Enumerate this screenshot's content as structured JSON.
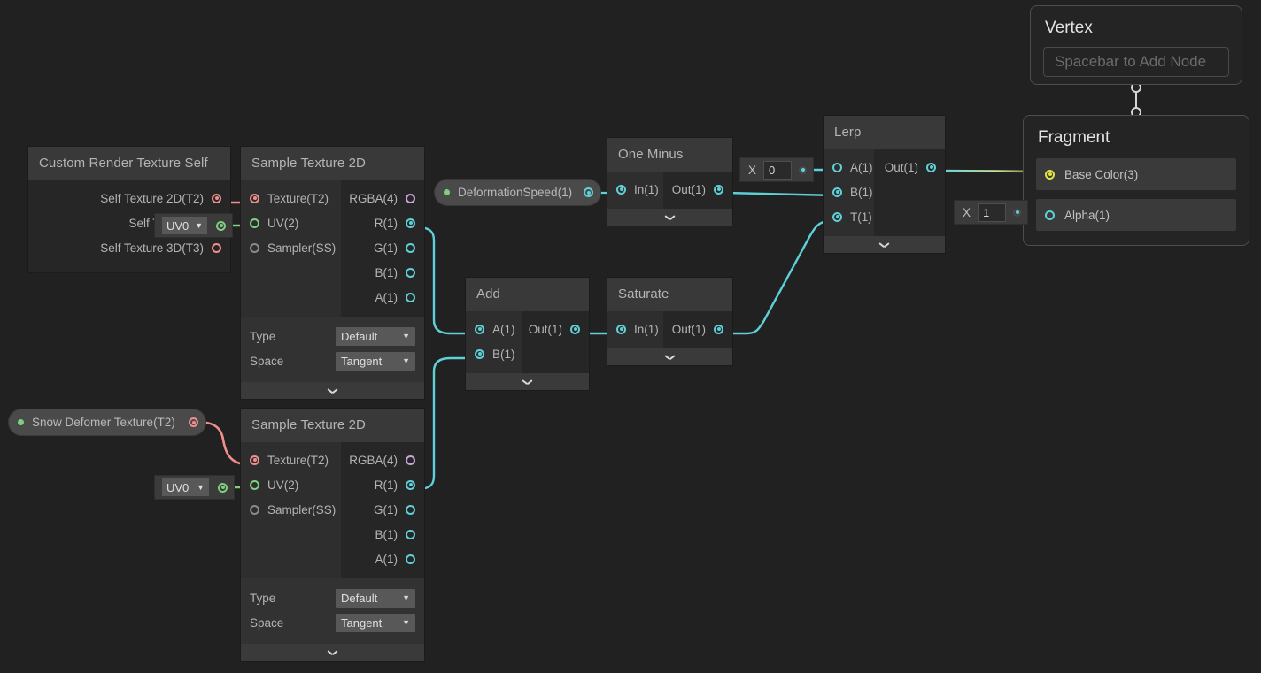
{
  "app": {
    "background_color": "#212121",
    "accent_cyan": "#5fd0d8",
    "accent_green": "#7ed07e",
    "accent_red": "#f08d8d",
    "accent_pink": "#c9a4d6",
    "accent_yellow": "#e2e24a"
  },
  "nodes": {
    "custom_render_texture_self": {
      "title": "Custom Render Texture Self",
      "outputs": [
        {
          "label": "Self Texture 2D(T2)",
          "color": "red",
          "filled": true
        },
        {
          "label": "Self Texture C",
          "color": "green",
          "filled": true
        },
        {
          "label": "Self Texture 3D(T3)",
          "color": "red",
          "filled": false
        }
      ]
    },
    "sample_texture_2d_top": {
      "title": "Sample Texture 2D",
      "inputs": [
        {
          "label": "Texture(T2)",
          "color": "red",
          "filled": true
        },
        {
          "label": "UV(2)",
          "color": "green",
          "filled": false
        },
        {
          "label": "Sampler(SS)",
          "color": "grey",
          "filled": false
        }
      ],
      "outputs": [
        {
          "label": "RGBA(4)",
          "color": "pink",
          "filled": false
        },
        {
          "label": "R(1)",
          "color": "cyan",
          "filled": true
        },
        {
          "label": "G(1)",
          "color": "cyan",
          "filled": false
        },
        {
          "label": "B(1)",
          "color": "cyan",
          "filled": false
        },
        {
          "label": "A(1)",
          "color": "cyan",
          "filled": false
        }
      ],
      "settings": [
        {
          "label": "Type",
          "value": "Default"
        },
        {
          "label": "Space",
          "value": "Tangent"
        }
      ]
    },
    "sample_texture_2d_bottom": {
      "title": "Sample Texture 2D",
      "inputs": [
        {
          "label": "Texture(T2)",
          "color": "red",
          "filled": true
        },
        {
          "label": "UV(2)",
          "color": "green",
          "filled": false
        },
        {
          "label": "Sampler(SS)",
          "color": "grey",
          "filled": false
        }
      ],
      "outputs": [
        {
          "label": "RGBA(4)",
          "color": "pink",
          "filled": false
        },
        {
          "label": "R(1)",
          "color": "cyan",
          "filled": true
        },
        {
          "label": "G(1)",
          "color": "cyan",
          "filled": false
        },
        {
          "label": "B(1)",
          "color": "cyan",
          "filled": false
        },
        {
          "label": "A(1)",
          "color": "cyan",
          "filled": false
        }
      ],
      "settings": [
        {
          "label": "Type",
          "value": "Default"
        },
        {
          "label": "Space",
          "value": "Tangent"
        }
      ]
    },
    "one_minus": {
      "title": "One Minus",
      "inputs": [
        {
          "label": "In(1)",
          "color": "cyan",
          "filled": true
        }
      ],
      "outputs": [
        {
          "label": "Out(1)",
          "color": "cyan",
          "filled": true
        }
      ]
    },
    "add": {
      "title": "Add",
      "inputs": [
        {
          "label": "A(1)",
          "color": "cyan",
          "filled": true
        },
        {
          "label": "B(1)",
          "color": "cyan",
          "filled": true
        }
      ],
      "outputs": [
        {
          "label": "Out(1)",
          "color": "cyan",
          "filled": true
        }
      ]
    },
    "saturate": {
      "title": "Saturate",
      "inputs": [
        {
          "label": "In(1)",
          "color": "cyan",
          "filled": true
        }
      ],
      "outputs": [
        {
          "label": "Out(1)",
          "color": "cyan",
          "filled": true
        }
      ]
    },
    "lerp": {
      "title": "Lerp",
      "inputs": [
        {
          "label": "A(1)",
          "color": "cyan",
          "filled": false
        },
        {
          "label": "B(1)",
          "color": "cyan",
          "filled": true
        },
        {
          "label": "T(1)",
          "color": "cyan",
          "filled": true
        }
      ],
      "outputs": [
        {
          "label": "Out(1)",
          "color": "cyan",
          "filled": true
        }
      ]
    }
  },
  "properties": {
    "deformation_speed": {
      "label": "DeformationSpeed(1)",
      "port_color": "cyan"
    },
    "snow_deformer_texture": {
      "label": "Snow Defomer Texture(T2)",
      "port_color": "red"
    }
  },
  "uv_chips": {
    "top": {
      "value": "UV0",
      "caret": "▼"
    },
    "bottom": {
      "value": "UV0",
      "caret": "▼"
    }
  },
  "value_chips": {
    "lerp_a": {
      "label": "X",
      "value": "0"
    },
    "alpha": {
      "label": "X",
      "value": "1"
    }
  },
  "master_stack": {
    "vertex": {
      "title": "Vertex",
      "placeholder": "Spacebar to Add Node"
    },
    "fragment": {
      "title": "Fragment",
      "blocks": [
        {
          "label": "Base Color(3)",
          "color": "yellow",
          "filled": true
        },
        {
          "label": "Alpha(1)",
          "color": "cyan",
          "filled": false
        }
      ]
    }
  }
}
